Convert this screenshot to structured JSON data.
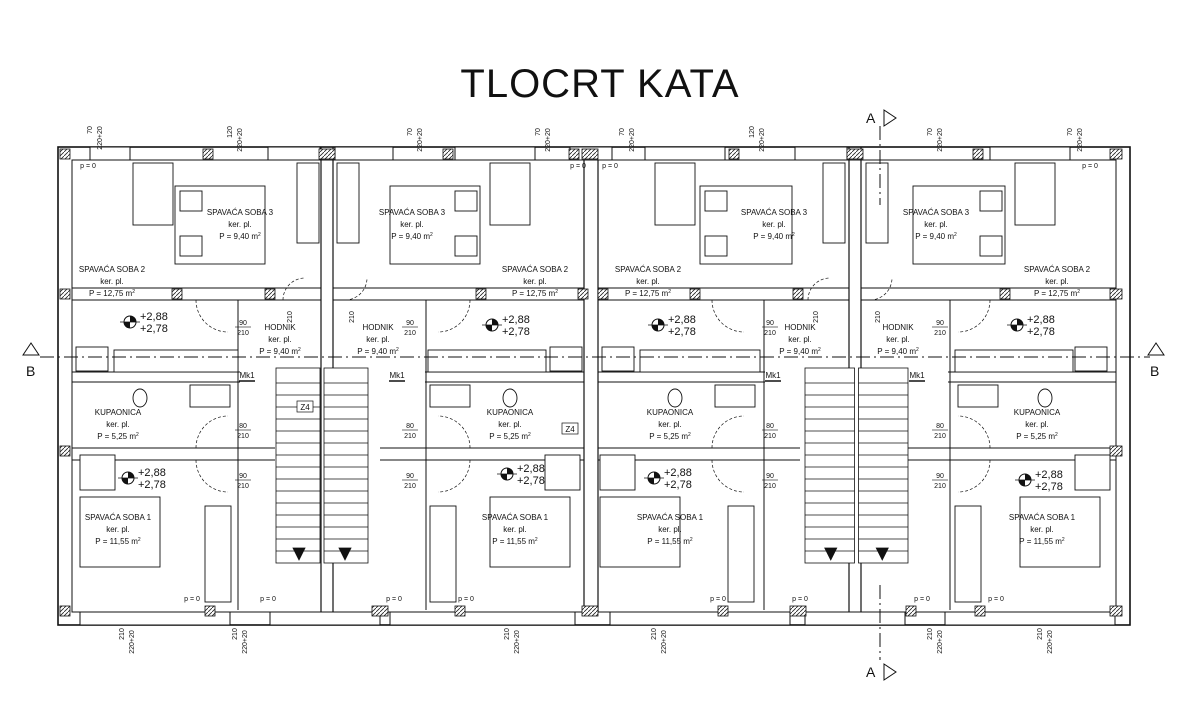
{
  "title": "TLOCRT KATA",
  "section_marks": {
    "a": "A",
    "b": "B"
  },
  "units": [
    {
      "bedroom3": {
        "name": "SPAVAĆA SOBA 3",
        "floor": "ker. pl.",
        "area": "P = 9,40 m"
      },
      "bedroom2": {
        "name": "SPAVAĆA SOBA 2",
        "floor": "ker. pl.",
        "area": "P = 12,75 m"
      },
      "hall": {
        "name": "HODNIK",
        "floor": "ker. pl.",
        "area": "P = 9,40 m"
      },
      "bathroom": {
        "name": "KUPAONICA",
        "floor": "ker. pl.",
        "area": "P = 5,25 m"
      },
      "bedroom1": {
        "name": "SPAVAĆA SOBA 1",
        "floor": "ker. pl.",
        "area": "P = 11,55 m"
      },
      "level_upper": {
        "a": "+2,88",
        "b": "+2,78"
      },
      "level_lower": {
        "a": "+2,88",
        "b": "+2,78"
      },
      "mk": "Mk1"
    },
    {
      "bedroom3": {
        "name": "SPAVAĆA SOBA 3",
        "floor": "ker. pl.",
        "area": "P = 9,40 m"
      },
      "bedroom2": {
        "name": "SPAVAĆA SOBA 2",
        "floor": "ker. pl.",
        "area": "P = 12,75 m"
      },
      "hall": {
        "name": "HODNIK",
        "floor": "ker. pl.",
        "area": "P = 9,40 m"
      },
      "bathroom": {
        "name": "KUPAONICA",
        "floor": "ker. pl.",
        "area": "P = 5,25 m"
      },
      "bedroom1": {
        "name": "SPAVAĆA SOBA 1",
        "floor": "ker. pl.",
        "area": "P = 11,55 m"
      },
      "level_upper": {
        "a": "+2,88",
        "b": "+2,78"
      },
      "level_lower": {
        "a": "+2,88",
        "b": "+2,78"
      },
      "mk": "Mk1"
    },
    {
      "bedroom3": {
        "name": "SPAVAĆA SOBA 3",
        "floor": "ker. pl.",
        "area": "P = 9,40 m"
      },
      "bedroom2": {
        "name": "SPAVAĆA SOBA 2",
        "floor": "ker. pl.",
        "area": "P = 12,75 m"
      },
      "hall": {
        "name": "HODNIK",
        "floor": "ker. pl.",
        "area": "P = 9,40 m"
      },
      "bathroom": {
        "name": "KUPAONICA",
        "floor": "ker. pl.",
        "area": "P = 5,25 m"
      },
      "bedroom1": {
        "name": "SPAVAĆA SOBA 1",
        "floor": "ker. pl.",
        "area": "P = 11,55 m"
      },
      "level_upper": {
        "a": "+2,88",
        "b": "+2,78"
      },
      "level_lower": {
        "a": "+2,88",
        "b": "+2,78"
      },
      "mk": "Mk1"
    },
    {
      "bedroom3": {
        "name": "SPAVAĆA SOBA 3",
        "floor": "ker. pl.",
        "area": "P = 9,40 m"
      },
      "bedroom2": {
        "name": "SPAVAĆA SOBA 2",
        "floor": "ker. pl.",
        "area": "P = 12,75 m"
      },
      "hall": {
        "name": "HODNIK",
        "floor": "ker. pl.",
        "area": "P = 9,40 m"
      },
      "bathroom": {
        "name": "KUPAONICA",
        "floor": "ker. pl.",
        "area": "P = 5,25 m"
      },
      "bedroom1": {
        "name": "SPAVAĆA SOBA 1",
        "floor": "ker. pl.",
        "area": "P = 11,55 m"
      },
      "level_upper": {
        "a": "+2,88",
        "b": "+2,78"
      },
      "level_lower": {
        "a": "+2,88",
        "b": "+2,78"
      },
      "mk": "Mk1"
    }
  ],
  "stair_tags": [
    "Z4",
    "Z4"
  ],
  "parapet": "p = 0",
  "area_superscript": "2",
  "door_dims": {
    "width": "90",
    "height": "210",
    "width_bath": "80"
  },
  "window_dims": {
    "sill": "70",
    "height_top": "120",
    "height_bottom": "210",
    "opening": "220+20"
  }
}
